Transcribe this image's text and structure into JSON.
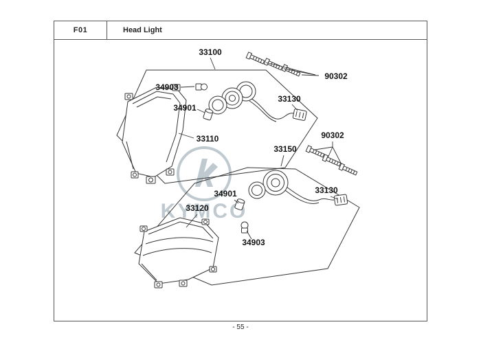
{
  "header": {
    "section_code": "F01",
    "title": "Head Light"
  },
  "footer": {
    "page_number": "- 55 -"
  },
  "watermark": {
    "brand": "KYMCO",
    "color": "#b8c4cc"
  },
  "diagram": {
    "line_color": "#333333",
    "labels": {
      "assembly_upper": "33100",
      "screws_upper": "90302",
      "bulb_upper": "34903",
      "socket_upper": "34901",
      "connector_upper": "33130",
      "housing_upper": "33110",
      "assembly_lower": "33150",
      "screws_lower": "90302",
      "connector_lower": "33130",
      "socket_lower": "34901",
      "housing_lower": "33120",
      "bulb_lower": "34903"
    }
  }
}
